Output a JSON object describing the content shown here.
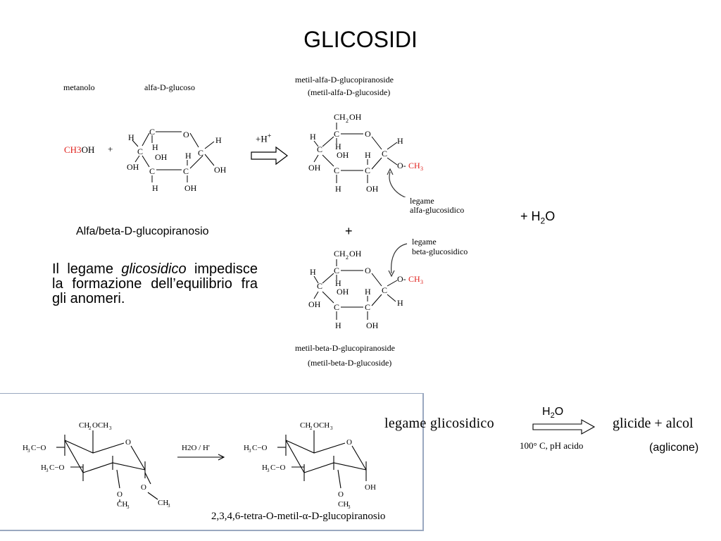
{
  "title": "GLICOSIDI",
  "labels": {
    "methanol": "metanolo",
    "alpha_glucose": "alfa-D-glucoso",
    "ch3oh_red": "CH3",
    "ch3oh_rest": "OH",
    "plus": "+",
    "h_plus": "+H",
    "plus_sup": "+",
    "alpha_product_line1": "metil-alfa-D-glucopiranoside",
    "alpha_product_line2": "(metil-alfa-D-glucoside)",
    "alpha_bond_line1": "legame",
    "alpha_bond_line2": "alfa-glucosidico",
    "beta_bond_line1": "legame",
    "beta_bond_line2": "beta-glucosidico",
    "beta_product_line1": "metil-beta-D-glucopiranoside",
    "beta_product_line2": "(metil-beta-D-glucoside)",
    "water_plus": "+ H",
    "water_sub": "2",
    "water_o": "O",
    "pyranose_caption": "Alfa/beta-D-glucopiranosio",
    "plus_between": "+",
    "o_ch3": "O-",
    "o_ch3_red": "CH3"
  },
  "paragraph": {
    "part1": "Il legame ",
    "italic": "glicosidico",
    "part2": " impedisce la formazione dell’equilibrio fra gli anomeri."
  },
  "bottom": {
    "reagent": "H2O / H'",
    "caption": "2,3,4,6-tetra-O-metil-α-D-glucopiranosio",
    "bond": "legame glicosidico",
    "water_h": "H",
    "water_sub": "2",
    "water_o": "O",
    "conditions": "100° C, pH acido",
    "products": "glicide + alcol",
    "aglycone": "(aglicone)"
  }
}
